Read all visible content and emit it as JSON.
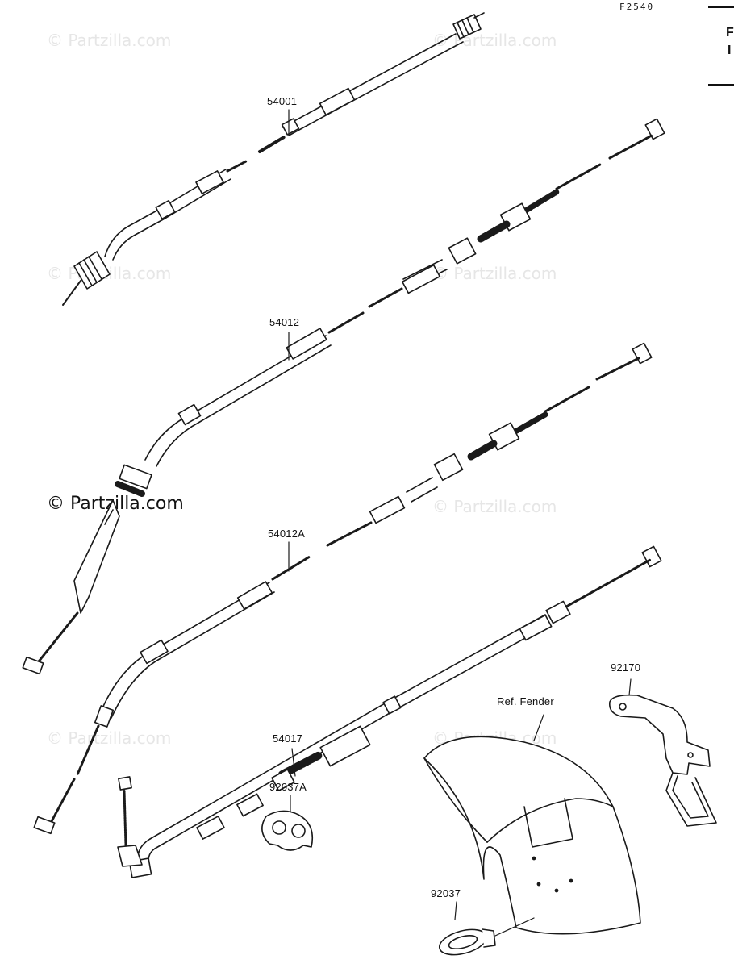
{
  "diagram_code": "F2540",
  "side_chars": [
    "F",
    "I"
  ],
  "watermark": "© Partzilla.com",
  "parts": [
    {
      "id": "54001"
    },
    {
      "id": "54012"
    },
    {
      "id": "54012A"
    },
    {
      "id": "54017"
    },
    {
      "id": "92037A"
    },
    {
      "id": "92037"
    },
    {
      "id": "92170"
    },
    {
      "id": "Ref. Fender"
    }
  ],
  "colors": {
    "line": "#1a1a1a",
    "watermark": "#e6e6e6"
  }
}
